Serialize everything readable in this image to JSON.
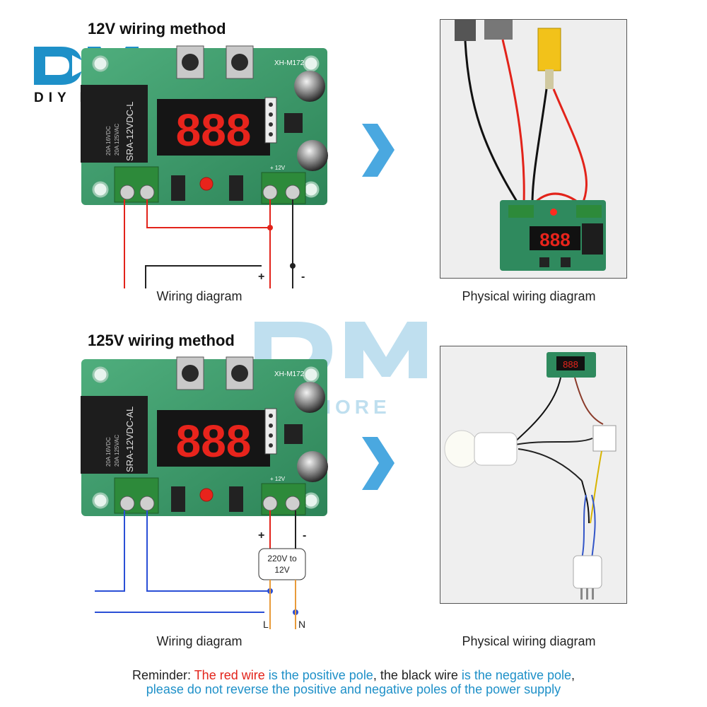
{
  "brand": {
    "logo_mark": "DM",
    "logo_text": "DIY MORE",
    "watermark_mark": "DM",
    "watermark_text": "DIYMORE"
  },
  "board": {
    "relay_label_12v": "SRA-12VDC-L",
    "relay_label_125v": "SRA-12VDC-AL",
    "relay_rating_1": "20A 16VDC",
    "relay_rating_2": "20A 125VAC",
    "model": "XH-M172",
    "terminal_label": "+ 12V",
    "digits": "888"
  },
  "section_12v": {
    "title": "12V wiring method",
    "plus_label": "+",
    "minus_label": "-",
    "caption_left": "Wiring diagram",
    "caption_right": "Physical wiring diagram"
  },
  "section_125v": {
    "title": "125V wiring method",
    "plus_label": "+",
    "minus_label": "-",
    "converter_line1": "220V to",
    "converter_line2": "12V",
    "line_label": "L",
    "neutral_label": "N",
    "caption_left": "Wiring diagram",
    "caption_right": "Physical wiring diagram"
  },
  "reminder": {
    "prefix": "Reminder: ",
    "red_wire": "The red wire",
    "is_positive": " is the positive pole",
    "black_wire": ", the black wire ",
    "is_negative": "is the negative pole",
    "comma": ",",
    "line2": "please do not reverse the positive and negative poles of the power supply"
  },
  "colors": {
    "accent_blue": "#1e90c8",
    "wire_red": "#e2231a",
    "wire_black": "#222222",
    "wire_blue": "#2a4fd6",
    "board_green": "#2f8a5e",
    "display_red": "#e8241c",
    "chevron": "#4aa8e0"
  }
}
